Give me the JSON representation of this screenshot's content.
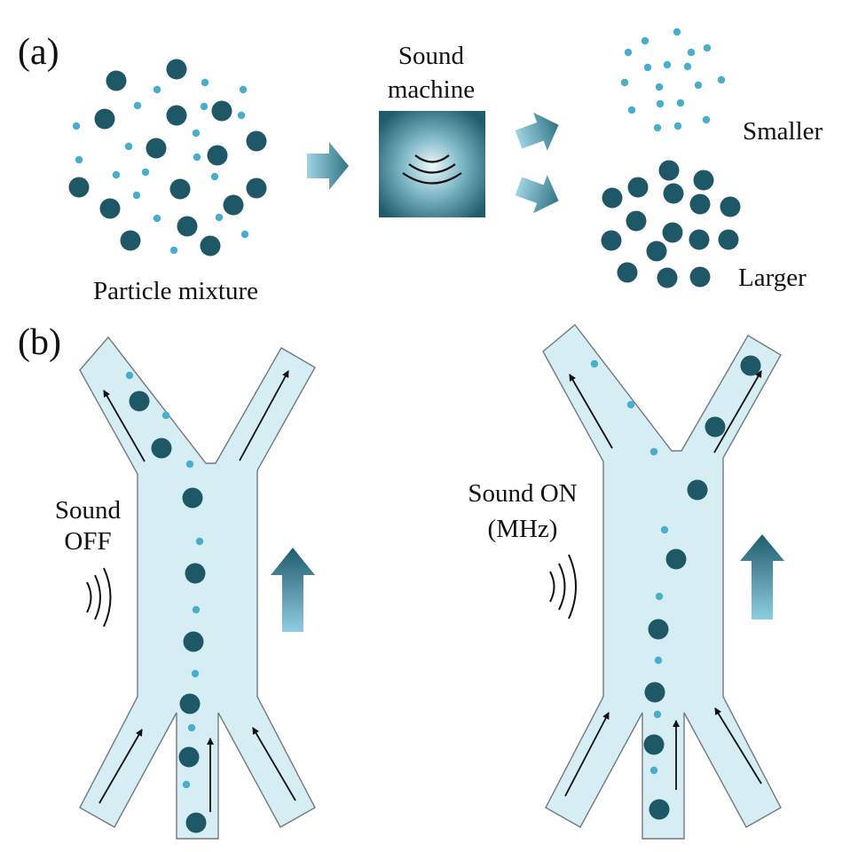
{
  "panel_a": {
    "label": "(a)",
    "mixture_caption": "Particle mixture",
    "machine_title_line1": "Sound",
    "machine_title_line2": "machine",
    "output_small_label": "Smaller",
    "output_large_label": "Larger"
  },
  "panel_b": {
    "label": "(b)",
    "off_label_line1": "Sound",
    "off_label_line2": "OFF",
    "on_label_line1": "Sound ON",
    "on_label_line2": "(MHz)"
  },
  "colors": {
    "large_particle": "#1e5866",
    "small_particle": "#49aecc",
    "channel_fill": "#d7edf4",
    "channel_stroke": "#707a80",
    "arrow_dark": "#2a6c7c",
    "arrow_light": "#8fcde0",
    "machine_center": "#e9f6f9",
    "machine_edge": "#1f5d6d"
  },
  "icons": {
    "sound_waves": "sound-waves-icon",
    "flow_arrow": "flow-direction-arrow"
  }
}
